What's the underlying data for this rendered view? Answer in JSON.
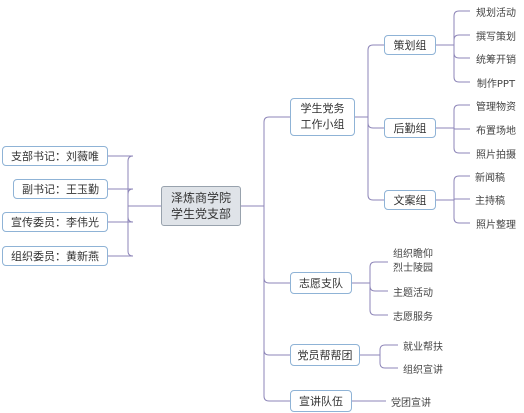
{
  "root": "泽炼商学院\n学生党支部",
  "members": [
    "支部书记：刘薇唯",
    "副书记：王玉勤",
    "宣传委员：李伟光",
    "组织委员：黄新燕"
  ],
  "branches": [
    {
      "label": "学生党务\n工作小组",
      "children": [
        {
          "label": "策划组",
          "leaves": [
            "规划活动",
            "撰写策划",
            "统筹开销",
            "制作PPT"
          ]
        },
        {
          "label": "后勤组",
          "leaves": [
            "管理物资",
            "布置场地",
            "照片拍摄"
          ]
        },
        {
          "label": "文案组",
          "leaves": [
            "新闻稿",
            "主持稿",
            "照片整理"
          ]
        }
      ]
    },
    {
      "label": "志愿支队",
      "leaves": [
        "组织瞻仰\n烈士陵园",
        "主题活动",
        "志愿服务"
      ]
    },
    {
      "label": "党员帮帮团",
      "leaves": [
        "就业帮扶",
        "组织宣讲"
      ]
    },
    {
      "label": "宣讲队伍",
      "leaves": [
        "党团宣讲"
      ]
    }
  ],
  "colors": {
    "line": "#8e86b8",
    "box_border": "#8fb3d6",
    "root_fill": "#dfe3e8"
  }
}
